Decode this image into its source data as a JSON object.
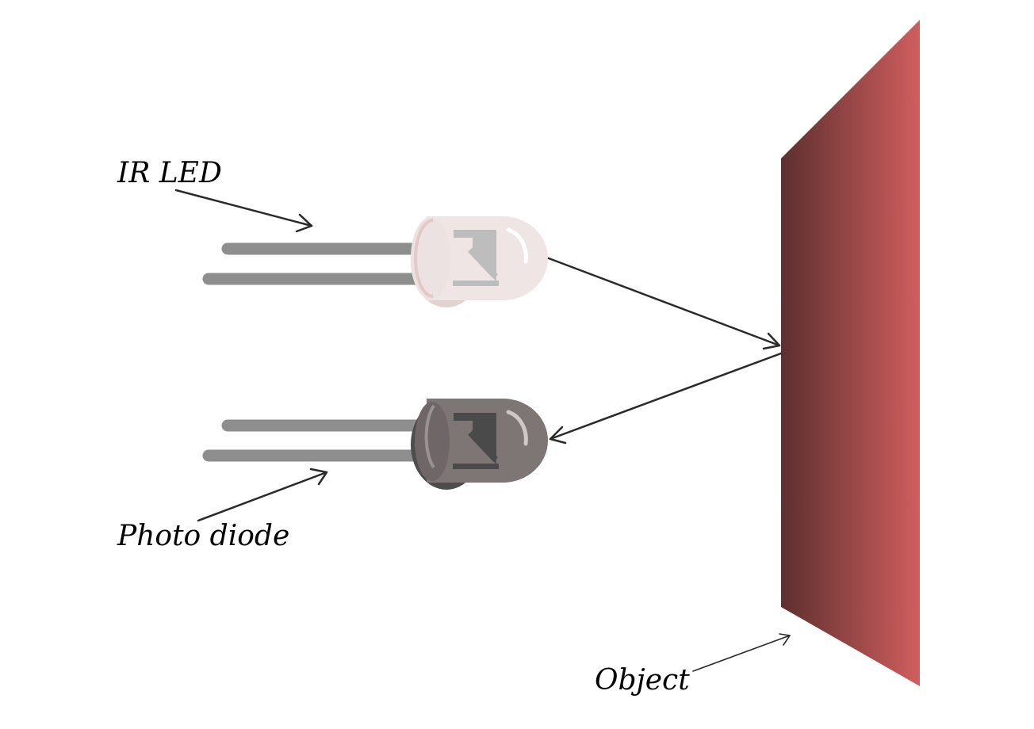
{
  "labels": {
    "ir_led": "IR LED",
    "photo_diode": "Photo diode",
    "object": "Object"
  },
  "colors": {
    "object_dark": "#5e2f2f",
    "object_light": "#d05e5e",
    "led_lens": "#efe5e5",
    "diode_lens": "#7e7575",
    "leads": "#8e8e8e",
    "arrows": "#2a2a2a"
  }
}
